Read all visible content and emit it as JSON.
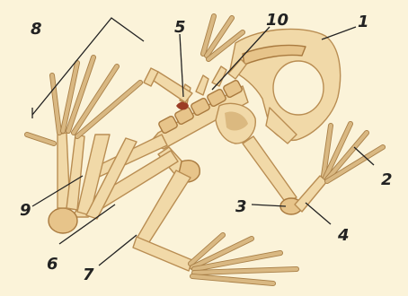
{
  "diagram": {
    "labels": [
      {
        "id": "1",
        "text": "1"
      },
      {
        "id": "2",
        "text": "2"
      },
      {
        "id": "3",
        "text": "3"
      },
      {
        "id": "4",
        "text": "4"
      },
      {
        "id": "5",
        "text": "5"
      },
      {
        "id": "6",
        "text": "6"
      },
      {
        "id": "7",
        "text": "7"
      },
      {
        "id": "8",
        "text": "8"
      },
      {
        "id": "9",
        "text": "9"
      },
      {
        "id": "10",
        "text": "10"
      }
    ],
    "colors": {
      "background": "#fbf3d9",
      "bone": "#f1d9a8",
      "bone_outline": "#b98d52",
      "label": "#222222"
    }
  }
}
